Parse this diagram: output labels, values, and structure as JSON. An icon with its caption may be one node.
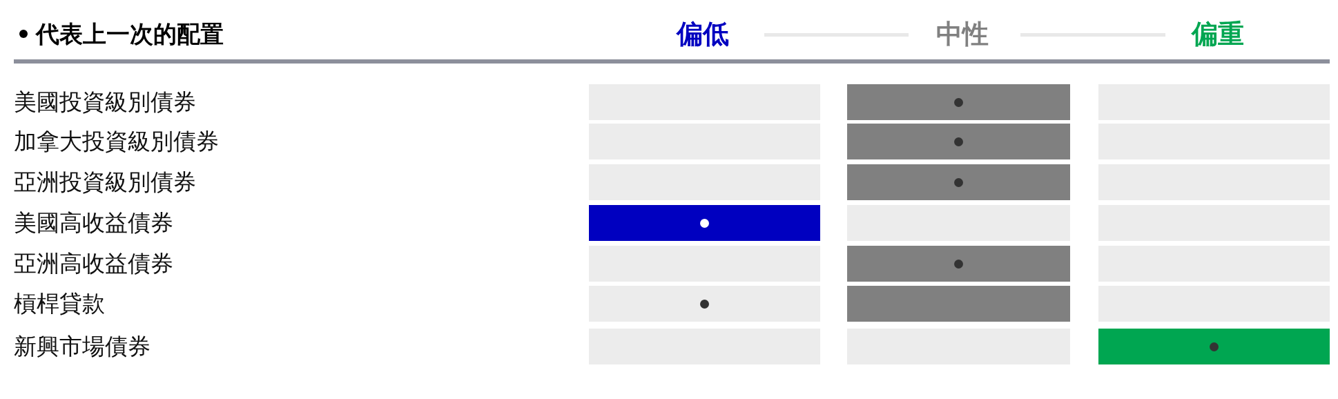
{
  "diagram": {
    "labels": [
      "偏低",
      "中性",
      "偏重",
      "美國投資級別債券",
      "加拿大投資級別債券",
      "亞洲投資級別債券",
      "美國高收益債券",
      "亞洲高收益債券",
      "槓桿貸款",
      "新興市場債券"
    ],
    "legend": [
      {
        "text": "代表上一次的配置"
      }
    ]
  }
}
